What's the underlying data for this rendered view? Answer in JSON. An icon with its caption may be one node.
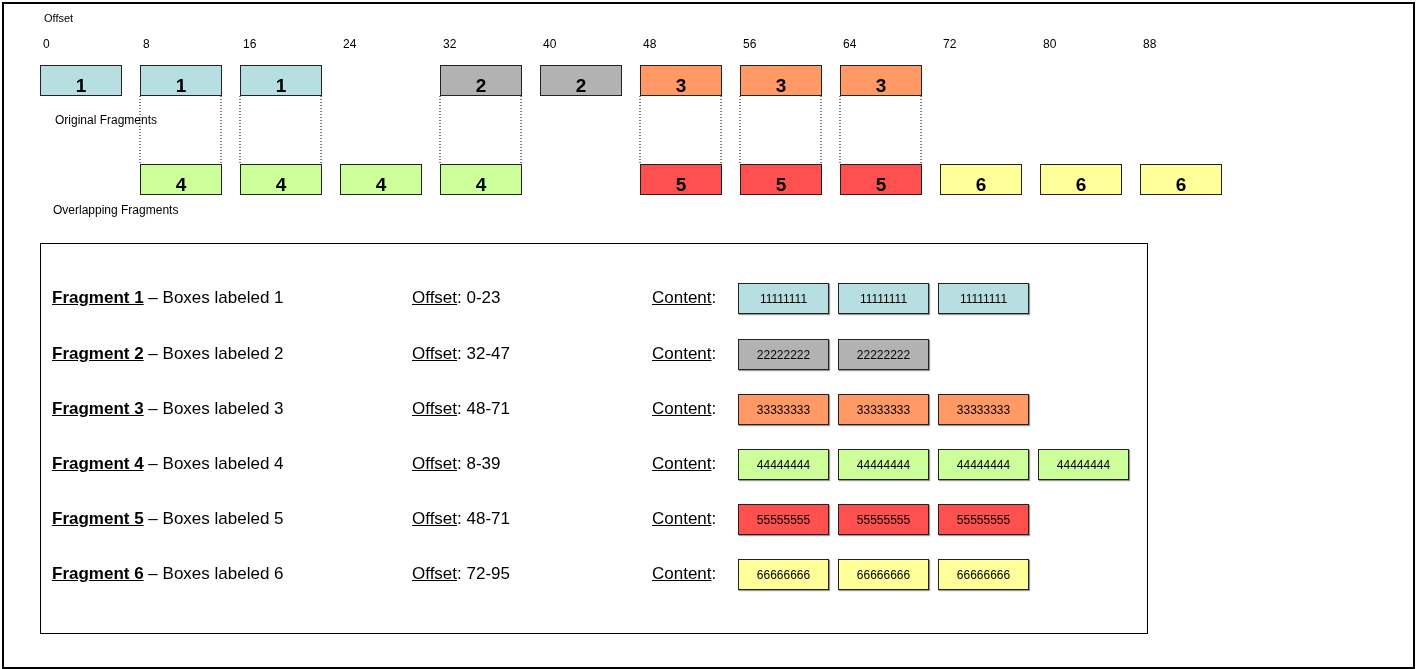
{
  "diagram": {
    "nodes": [
      {
        "text": [
          "1"
        ]
      },
      {
        "text": [
          "1"
        ]
      },
      {
        "text": [
          "1"
        ]
      },
      {
        "text": [
          "2"
        ]
      },
      {
        "text": [
          "2"
        ]
      },
      {
        "text": [
          "3"
        ]
      },
      {
        "text": [
          "3"
        ]
      },
      {
        "text": [
          "3"
        ]
      },
      {
        "text": [
          "4"
        ]
      },
      {
        "text": [
          "4"
        ]
      },
      {
        "text": [
          "4"
        ]
      },
      {
        "text": [
          "4"
        ]
      },
      {
        "text": [
          "5"
        ]
      },
      {
        "text": [
          "5"
        ]
      },
      {
        "text": [
          "5"
        ]
      },
      {
        "text": [
          "6"
        ]
      },
      {
        "text": [
          "6"
        ]
      },
      {
        "text": [
          "6"
        ]
      },
      {
        "text": [],
        "shape": "box"
      },
      {
        "text": [
          "11111111"
        ],
        "in": 18
      },
      {
        "text": [
          "11111111"
        ],
        "in": 18
      },
      {
        "text": [
          "11111111"
        ],
        "in": 18
      },
      {
        "text": [
          "22222222"
        ],
        "in": 18
      },
      {
        "text": [
          "22222222"
        ],
        "in": 18
      },
      {
        "text": [
          "33333333"
        ],
        "in": 18
      },
      {
        "text": [
          "33333333"
        ],
        "in": 18
      },
      {
        "text": [
          "33333333"
        ],
        "in": 18
      },
      {
        "text": [
          "44444444"
        ],
        "in": 18
      },
      {
        "text": [
          "44444444"
        ],
        "in": 18
      },
      {
        "text": [
          "44444444"
        ],
        "in": 18
      },
      {
        "text": [
          "44444444"
        ],
        "in": 18
      },
      {
        "text": [
          "55555555"
        ],
        "in": 18
      },
      {
        "text": [
          "55555555"
        ],
        "in": 18
      },
      {
        "text": [
          "55555555"
        ],
        "in": 18
      },
      {
        "text": [
          "66666666"
        ],
        "in": 18
      },
      {
        "text": [
          "66666666"
        ],
        "in": 18
      },
      {
        "text": [
          "66666666"
        ],
        "in": 18
      }
    ],
    "edges": [
      {
        "from": 1,
        "to": 8,
        "arrow": "none",
        "style": "dashed"
      },
      {
        "from": 2,
        "to": 9,
        "arrow": "none",
        "style": "dashed"
      },
      {
        "from": 3,
        "to": 11,
        "arrow": "none",
        "style": "dashed"
      },
      {
        "from": 5,
        "to": 12,
        "arrow": "none",
        "style": "dashed"
      },
      {
        "from": 6,
        "to": 13,
        "arrow": "none",
        "style": "dashed"
      },
      {
        "from": 7,
        "to": 14,
        "arrow": "none",
        "style": "dashed"
      }
    ],
    "labels": [
      "Offset",
      "0",
      "8",
      "16",
      "24",
      "32",
      "40",
      "48",
      "56",
      "64",
      "72",
      "80",
      "88",
      "Original Fragments",
      "Overlapping Fragments",
      "**Fragment 1** – Boxes labeled 1",
      "*Offset*: 0-23",
      "*Content*:",
      "**Fragment 2** – Boxes labeled 2",
      "*Offset*: 32-47",
      "*Content*:",
      "**Fragment 3** – Boxes labeled 3",
      "*Offset*: 48-71",
      "*Content*:",
      "**Fragment 4** – Boxes labeled 4",
      "*Offset*: 8-39",
      "*Content*:",
      "**Fragment 5** – Boxes labeled 5",
      "*Offset*: 48-71",
      "*Content*:",
      "**Fragment 6** – Boxes labeled 6",
      "*Offset*: 72-95",
      "*Content*:"
    ]
  }
}
